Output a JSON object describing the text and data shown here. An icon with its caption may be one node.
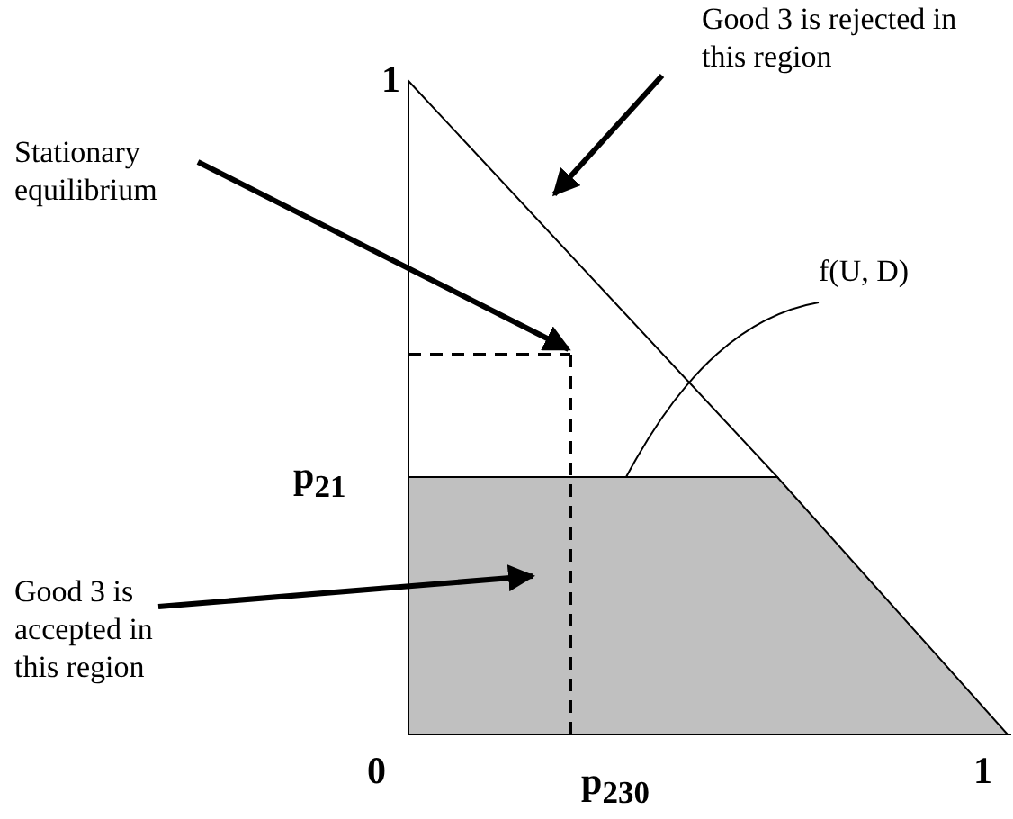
{
  "diagram": {
    "nodes": [
      {
        "text": [
          "Good 3 is rejected in this region"
        ]
      },
      {
        "text": [
          "Stationary equilibrium"
        ]
      },
      {
        "text": [
          "f(U, D)"
        ]
      },
      {
        "text": [],
        "shape": "triangle"
      },
      {
        "text": [],
        "shape": "trapezoid"
      },
      {
        "text": [
          "Good 3 is accepted in this region"
        ]
      }
    ],
    "edges": [
      {
        "from": 0,
        "to": 3,
        "arrow": "to"
      },
      {
        "from": 1,
        "to": 3,
        "arrow": "to"
      },
      {
        "from": 2,
        "to": 4,
        "arrow": "none"
      },
      {
        "from": 5,
        "to": 4,
        "arrow": "to"
      }
    ],
    "labels": [
      "1",
      "p$_{21}$",
      "0",
      "p$_{23}$$_{0}$",
      "1"
    ]
  }
}
